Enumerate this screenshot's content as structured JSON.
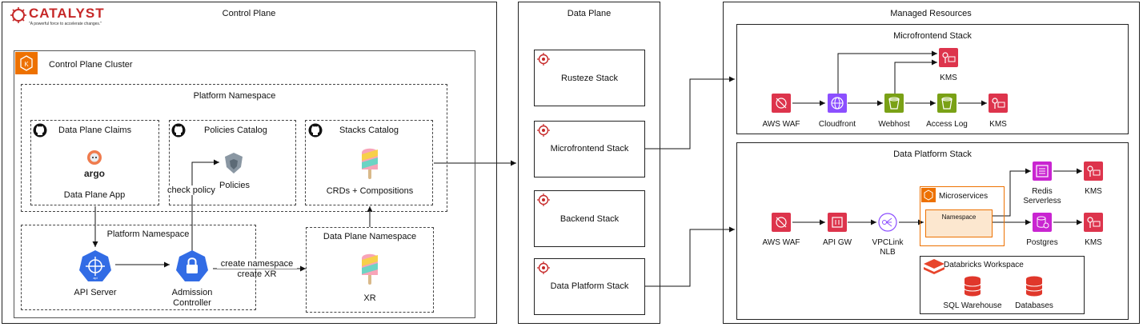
{
  "brand": {
    "name": "CATALYST",
    "tagline": "\"A powerful force to accelerate changes.\""
  },
  "control_plane": {
    "title": "Control Plane",
    "cluster_title": "Control Plane Cluster",
    "platform_ns_top": "Platform Namespace",
    "platform_ns_bottom": "Platform Namespace",
    "data_plane_claims": {
      "title": "Data Plane Claims",
      "logo": "argo",
      "app": "Data Plane App"
    },
    "policies_catalog": {
      "title": "Policies Catalog",
      "item": "Policies"
    },
    "stacks_catalog": {
      "title": "Stacks Catalog",
      "item": "CRDs + Compositions"
    },
    "api_server": "API Server",
    "api_small": "api",
    "admission_1": "Admission",
    "admission_2": "Controller",
    "check_policy": "check policy",
    "create_ns": "create namespace",
    "create_xr": "create XR",
    "data_plane_ns": {
      "title": "Data Plane Namespace",
      "item": "XR"
    }
  },
  "data_plane": {
    "title": "Data Plane",
    "stacks": [
      "Rusteze Stack",
      "Microfrontend Stack",
      "Backend Stack",
      "Data Platform Stack"
    ]
  },
  "managed": {
    "title": "Managed Resources",
    "microfrontend": {
      "title": "Microfrontend Stack",
      "labels": {
        "waf": "AWS WAF",
        "cloudfront": "Cloudfront",
        "webhost": "Webhost",
        "access_log": "Access Log",
        "kms_end": "KMS",
        "kms_top": "KMS"
      }
    },
    "data_platform": {
      "title": "Data Platform Stack",
      "labels": {
        "waf": "AWS WAF",
        "apigw": "API GW",
        "nlb_1": "VPCLink",
        "nlb_2": "NLB",
        "microservices": "Microservices",
        "namespace": "Namespace",
        "redis_1": "Redis",
        "redis_2": "Serverless",
        "kms_redis": "KMS",
        "postgres": "Postgres",
        "kms_pg": "KMS",
        "databricks": "Databricks Workspace",
        "sql_wh": "SQL Warehouse",
        "databases": "Databases"
      }
    }
  },
  "colors": {
    "security": "#DD344C",
    "network": "#8C4FFF",
    "storage": "#7AA116",
    "database": "#C925D1",
    "k8s": "#326CE5",
    "container": "#ED7100"
  },
  "icons": [
    "catalyst-logo-icon",
    "stack-icon",
    "github-icon",
    "argo-icon",
    "popsicle-icon",
    "policy-icon",
    "kubernetes-icon",
    "lock-icon",
    "waf-icon",
    "cloudfront-icon",
    "bucket-icon",
    "kms-icon",
    "apigw-icon",
    "nlb-icon",
    "redis-icon",
    "postgres-icon",
    "databricks-icon",
    "database-icon"
  ]
}
